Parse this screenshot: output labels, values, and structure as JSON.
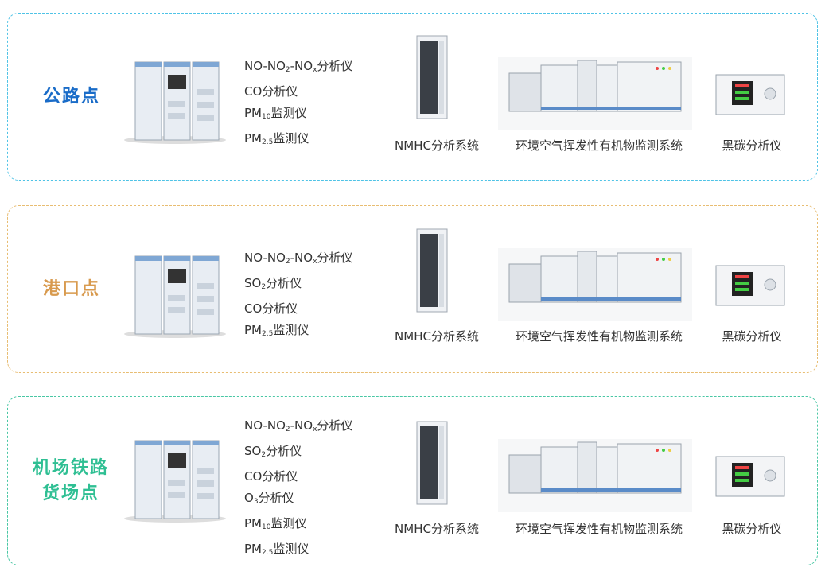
{
  "colors": {
    "road": "#1a6cc8",
    "port": "#d89a4e",
    "rail": "#2fbf93"
  },
  "sections": [
    {
      "label": "公路点",
      "analyzers": [
        {
          "pre": "NO-NO",
          "s1": "2",
          "mid": "-NO",
          "s2": "x",
          "post": "分析仪"
        },
        {
          "pre": "CO分析仪",
          "s1": "",
          "mid": "",
          "s2": "",
          "post": ""
        },
        {
          "pre": "PM",
          "s1": "10",
          "mid": "监测仪",
          "s2": "",
          "post": ""
        },
        {
          "pre": "PM",
          "s1": "2.5",
          "mid": "监测仪",
          "s2": "",
          "post": ""
        }
      ],
      "equipment": [
        "NMHC分析系统",
        "环境空气挥发性有机物监测系统",
        "黑碳分析仪"
      ]
    },
    {
      "label": "港口点",
      "analyzers": [
        {
          "pre": "NO-NO",
          "s1": "2",
          "mid": "-NO",
          "s2": "x",
          "post": "分析仪"
        },
        {
          "pre": "SO",
          "s1": "2",
          "mid": "分析仪",
          "s2": "",
          "post": ""
        },
        {
          "pre": "CO分析仪",
          "s1": "",
          "mid": "",
          "s2": "",
          "post": ""
        },
        {
          "pre": "PM",
          "s1": "2.5",
          "mid": "监测仪",
          "s2": "",
          "post": ""
        }
      ],
      "equipment": [
        "NMHC分析系统",
        "环境空气挥发性有机物监测系统",
        "黑碳分析仪"
      ]
    },
    {
      "label_line1": "机场铁路",
      "label_line2": "货场点",
      "analyzers": [
        {
          "pre": "NO-NO",
          "s1": "2",
          "mid": "-NO",
          "s2": "x",
          "post": "分析仪"
        },
        {
          "pre": "SO",
          "s1": "2",
          "mid": "分析仪",
          "s2": "",
          "post": ""
        },
        {
          "pre": "CO分析仪",
          "s1": "",
          "mid": "",
          "s2": "",
          "post": ""
        },
        {
          "pre": "O",
          "s1": "3",
          "mid": "分析仪",
          "s2": "",
          "post": ""
        },
        {
          "pre": "PM",
          "s1": "10",
          "mid": "监测仪",
          "s2": "",
          "post": ""
        },
        {
          "pre": "PM",
          "s1": "2.5",
          "mid": "监测仪",
          "s2": "",
          "post": ""
        }
      ],
      "equipment": [
        "NMHC分析系统",
        "环境空气挥发性有机物监测系统",
        "黑碳分析仪"
      ]
    }
  ]
}
